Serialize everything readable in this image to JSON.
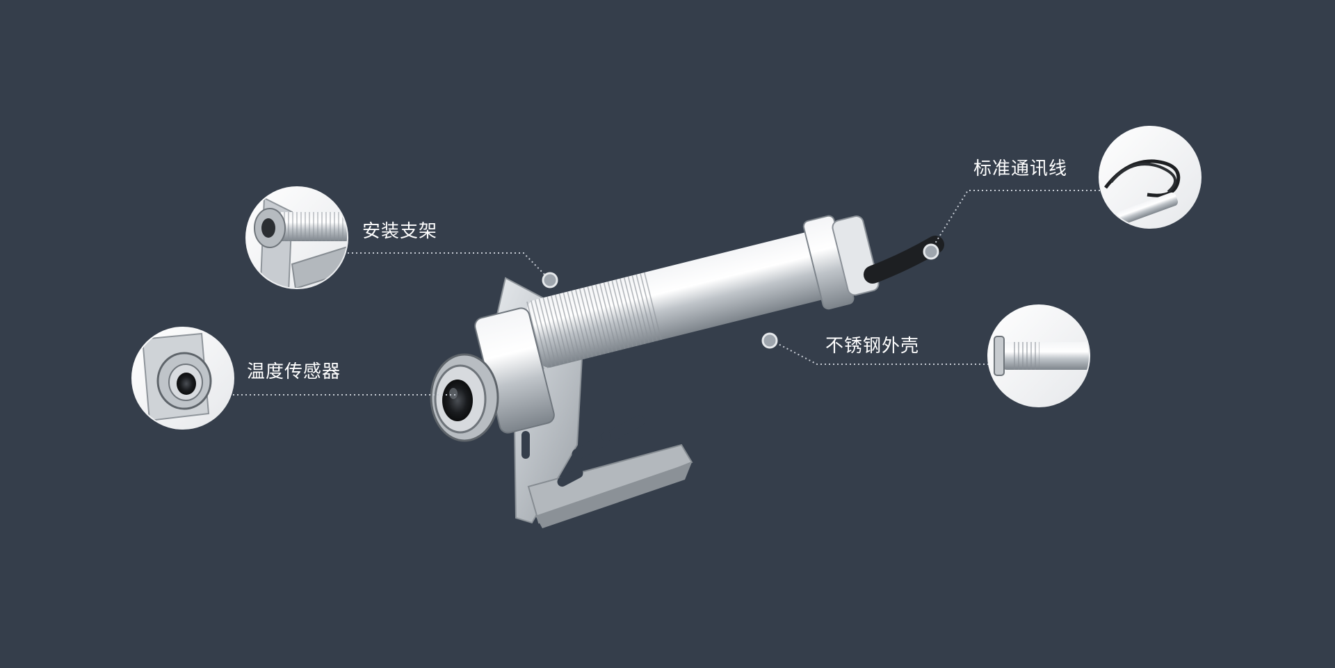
{
  "callouts": {
    "bracket": {
      "label": "安装支架",
      "icon": "mounting-bracket-thumbnail"
    },
    "sensor": {
      "label": "温度传感器",
      "icon": "sensor-lens-thumbnail"
    },
    "cable": {
      "label": "标准通讯线",
      "icon": "cable-thumbnail"
    },
    "shell": {
      "label": "不锈钢外壳",
      "icon": "stainless-shell-thumbnail"
    }
  },
  "colors": {
    "background": "#353e4b",
    "label": "#ffffff",
    "leader": "#c9ced6",
    "metal_light": "#f2f4f6",
    "metal_dark": "#8d949c",
    "cable": "#1d1f22"
  }
}
